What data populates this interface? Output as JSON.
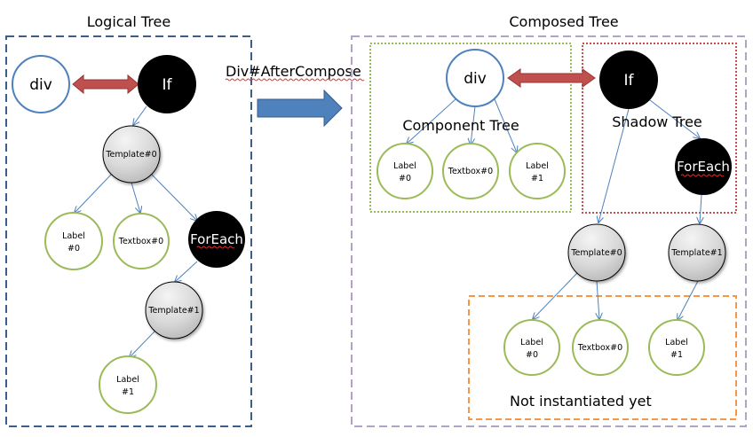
{
  "logical_tree": {
    "title": "Logical Tree",
    "nodes": {
      "div": "div",
      "if": "If",
      "template0": "Template#0",
      "label0_line1": "Label",
      "label0_line2": "#0",
      "textbox0": "Textbox#0",
      "foreach": "ForEach",
      "template1": "Template#1",
      "label1_line1": "Label",
      "label1_line2": "#1"
    }
  },
  "transition": {
    "label": "Div#AfterCompose"
  },
  "composed_tree": {
    "title": "Composed Tree",
    "component_tree_label": "Component Tree",
    "shadow_tree_label": "Shadow Tree",
    "not_instantiated_label": "Not instantiated yet",
    "nodes": {
      "div": "div",
      "if": "If",
      "comp_label0_line1": "Label",
      "comp_label0_line2": "#0",
      "comp_textbox0": "Textbox#0",
      "comp_label1_line1": "Label",
      "comp_label1_line2": "#1",
      "foreach": "ForEach",
      "template0": "Template#0",
      "template1": "Template#1",
      "ni_label0_line1": "Label",
      "ni_label0_line2": "#0",
      "ni_textbox0": "Textbox#0",
      "ni_label1_line1": "Label",
      "ni_label1_line2": "#1"
    }
  },
  "colors": {
    "logical_box": "#3a5f8a",
    "composed_box": "#b3a2c7",
    "component_box": "#9bbb59",
    "shadow_box": "#c0504d",
    "not_instantiated_box": "#f79646",
    "div_node_stroke": "#4f81bd",
    "label_node_stroke": "#9bbb59",
    "edge": "#4f81bd",
    "double_arrow": "#c0504d",
    "big_arrow": "#4f81bd"
  }
}
